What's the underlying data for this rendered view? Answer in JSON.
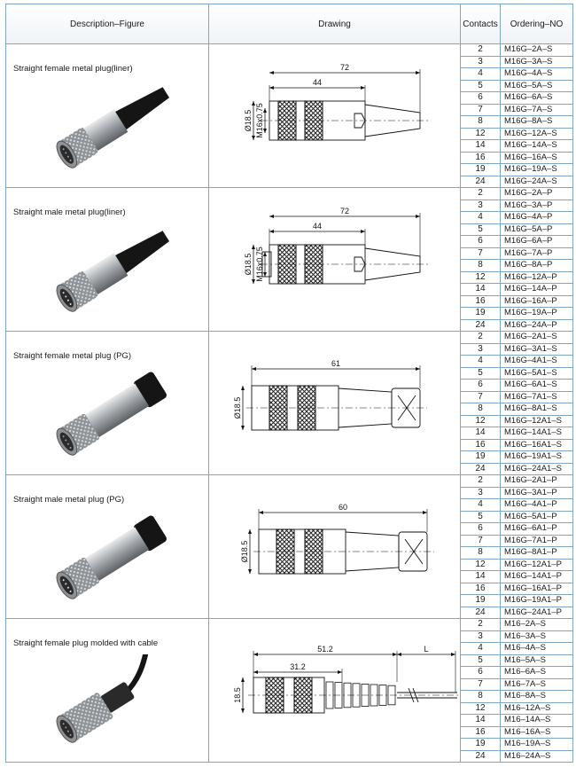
{
  "headers": {
    "description": "Description–Figure",
    "drawing": "Drawing",
    "contacts": "Contacts",
    "ordering": "Ordering–NO"
  },
  "sections": [
    {
      "title": "Straight female metal plug(liner)",
      "variant": "female-liner",
      "dims": {
        "length": "72",
        "body": "44",
        "dia": "Ø18.5",
        "thread": "M16x0.75"
      },
      "rows": [
        [
          "2",
          "M16G–2A–S"
        ],
        [
          "3",
          "M16G–3A–S"
        ],
        [
          "4",
          "M16G–4A–S"
        ],
        [
          "5",
          "M16G–5A–S"
        ],
        [
          "6",
          "M16G–6A–S"
        ],
        [
          "7",
          "M16G–7A–S"
        ],
        [
          "8",
          "M16G–8A–S"
        ],
        [
          "12",
          "M16G–12A–S"
        ],
        [
          "14",
          "M16G–14A–S"
        ],
        [
          "16",
          "M16G–16A–S"
        ],
        [
          "19",
          "M16G–19A–S"
        ],
        [
          "24",
          "M16G–24A–S"
        ]
      ]
    },
    {
      "title": "Straight male metal plug(liner)",
      "variant": "male-liner",
      "dims": {
        "length": "72",
        "body": "44",
        "dia": "Ø18.5",
        "thread": "M16x0.75"
      },
      "rows": [
        [
          "2",
          "M16G–2A–P"
        ],
        [
          "3",
          "M16G–3A–P"
        ],
        [
          "4",
          "M16G–4A–P"
        ],
        [
          "5",
          "M16G–5A–P"
        ],
        [
          "6",
          "M16G–6A–P"
        ],
        [
          "7",
          "M16G–7A–P"
        ],
        [
          "8",
          "M16G–8A–P"
        ],
        [
          "12",
          "M16G–12A–P"
        ],
        [
          "14",
          "M16G–14A–P"
        ],
        [
          "16",
          "M16G–16A–P"
        ],
        [
          "19",
          "M16G–19A–P"
        ],
        [
          "24",
          "M16G–24A–P"
        ]
      ]
    },
    {
      "title": "Straight female metal plug (PG)",
      "variant": "female-pg",
      "dims": {
        "length": "61",
        "dia": "Ø18.5"
      },
      "rows": [
        [
          "2",
          "M16G–2A1–S"
        ],
        [
          "3",
          "M16G–3A1–S"
        ],
        [
          "4",
          "M16G–4A1–S"
        ],
        [
          "5",
          "M16G–5A1–S"
        ],
        [
          "6",
          "M16G–6A1–S"
        ],
        [
          "7",
          "M16G–7A1–S"
        ],
        [
          "8",
          "M16G–8A1–S"
        ],
        [
          "12",
          "M16G–12A1–S"
        ],
        [
          "14",
          "M16G–14A1–S"
        ],
        [
          "16",
          "M16G–16A1–S"
        ],
        [
          "19",
          "M16G–19A1–S"
        ],
        [
          "24",
          "M16G–24A1–S"
        ]
      ]
    },
    {
      "title": "Straight male metal plug (PG)",
      "variant": "male-pg",
      "dims": {
        "length": "60",
        "dia": "Ø18.5"
      },
      "rows": [
        [
          "2",
          "M16G–2A1–P"
        ],
        [
          "3",
          "M16G–3A1–P"
        ],
        [
          "4",
          "M16G–4A1–P"
        ],
        [
          "5",
          "M16G–5A1–P"
        ],
        [
          "6",
          "M16G–6A1–P"
        ],
        [
          "7",
          "M16G–7A1–P"
        ],
        [
          "8",
          "M16G–8A1–P"
        ],
        [
          "12",
          "M16G–12A1–P"
        ],
        [
          "14",
          "M16G–14A1–P"
        ],
        [
          "16",
          "M16G–16A1–P"
        ],
        [
          "19",
          "M16G–19A1–P"
        ],
        [
          "24",
          "M16G–24A1–P"
        ]
      ]
    },
    {
      "title": "Straight female plug molded with cable",
      "variant": "molded-cable",
      "dims": {
        "length": "51.2",
        "body": "31.2",
        "cable": "L",
        "dia": "18.5"
      },
      "rows": [
        [
          "2",
          "M16–2A–S"
        ],
        [
          "3",
          "M16–3A–S"
        ],
        [
          "4",
          "M16–4A–S"
        ],
        [
          "5",
          "M16–5A–S"
        ],
        [
          "6",
          "M16–6A–S"
        ],
        [
          "7",
          "M16–7A–S"
        ],
        [
          "8",
          "M16–8A–S"
        ],
        [
          "12",
          "M16–12A–S"
        ],
        [
          "14",
          "M16–14A–S"
        ],
        [
          "16",
          "M16–16A–S"
        ],
        [
          "19",
          "M16–19A–S"
        ],
        [
          "24",
          "M16–24A–S"
        ]
      ]
    }
  ],
  "colors": {
    "border": "#7fa6c4",
    "metal": "#b9bcbf",
    "knurl": "#3a3a3a",
    "black": "#151515"
  }
}
